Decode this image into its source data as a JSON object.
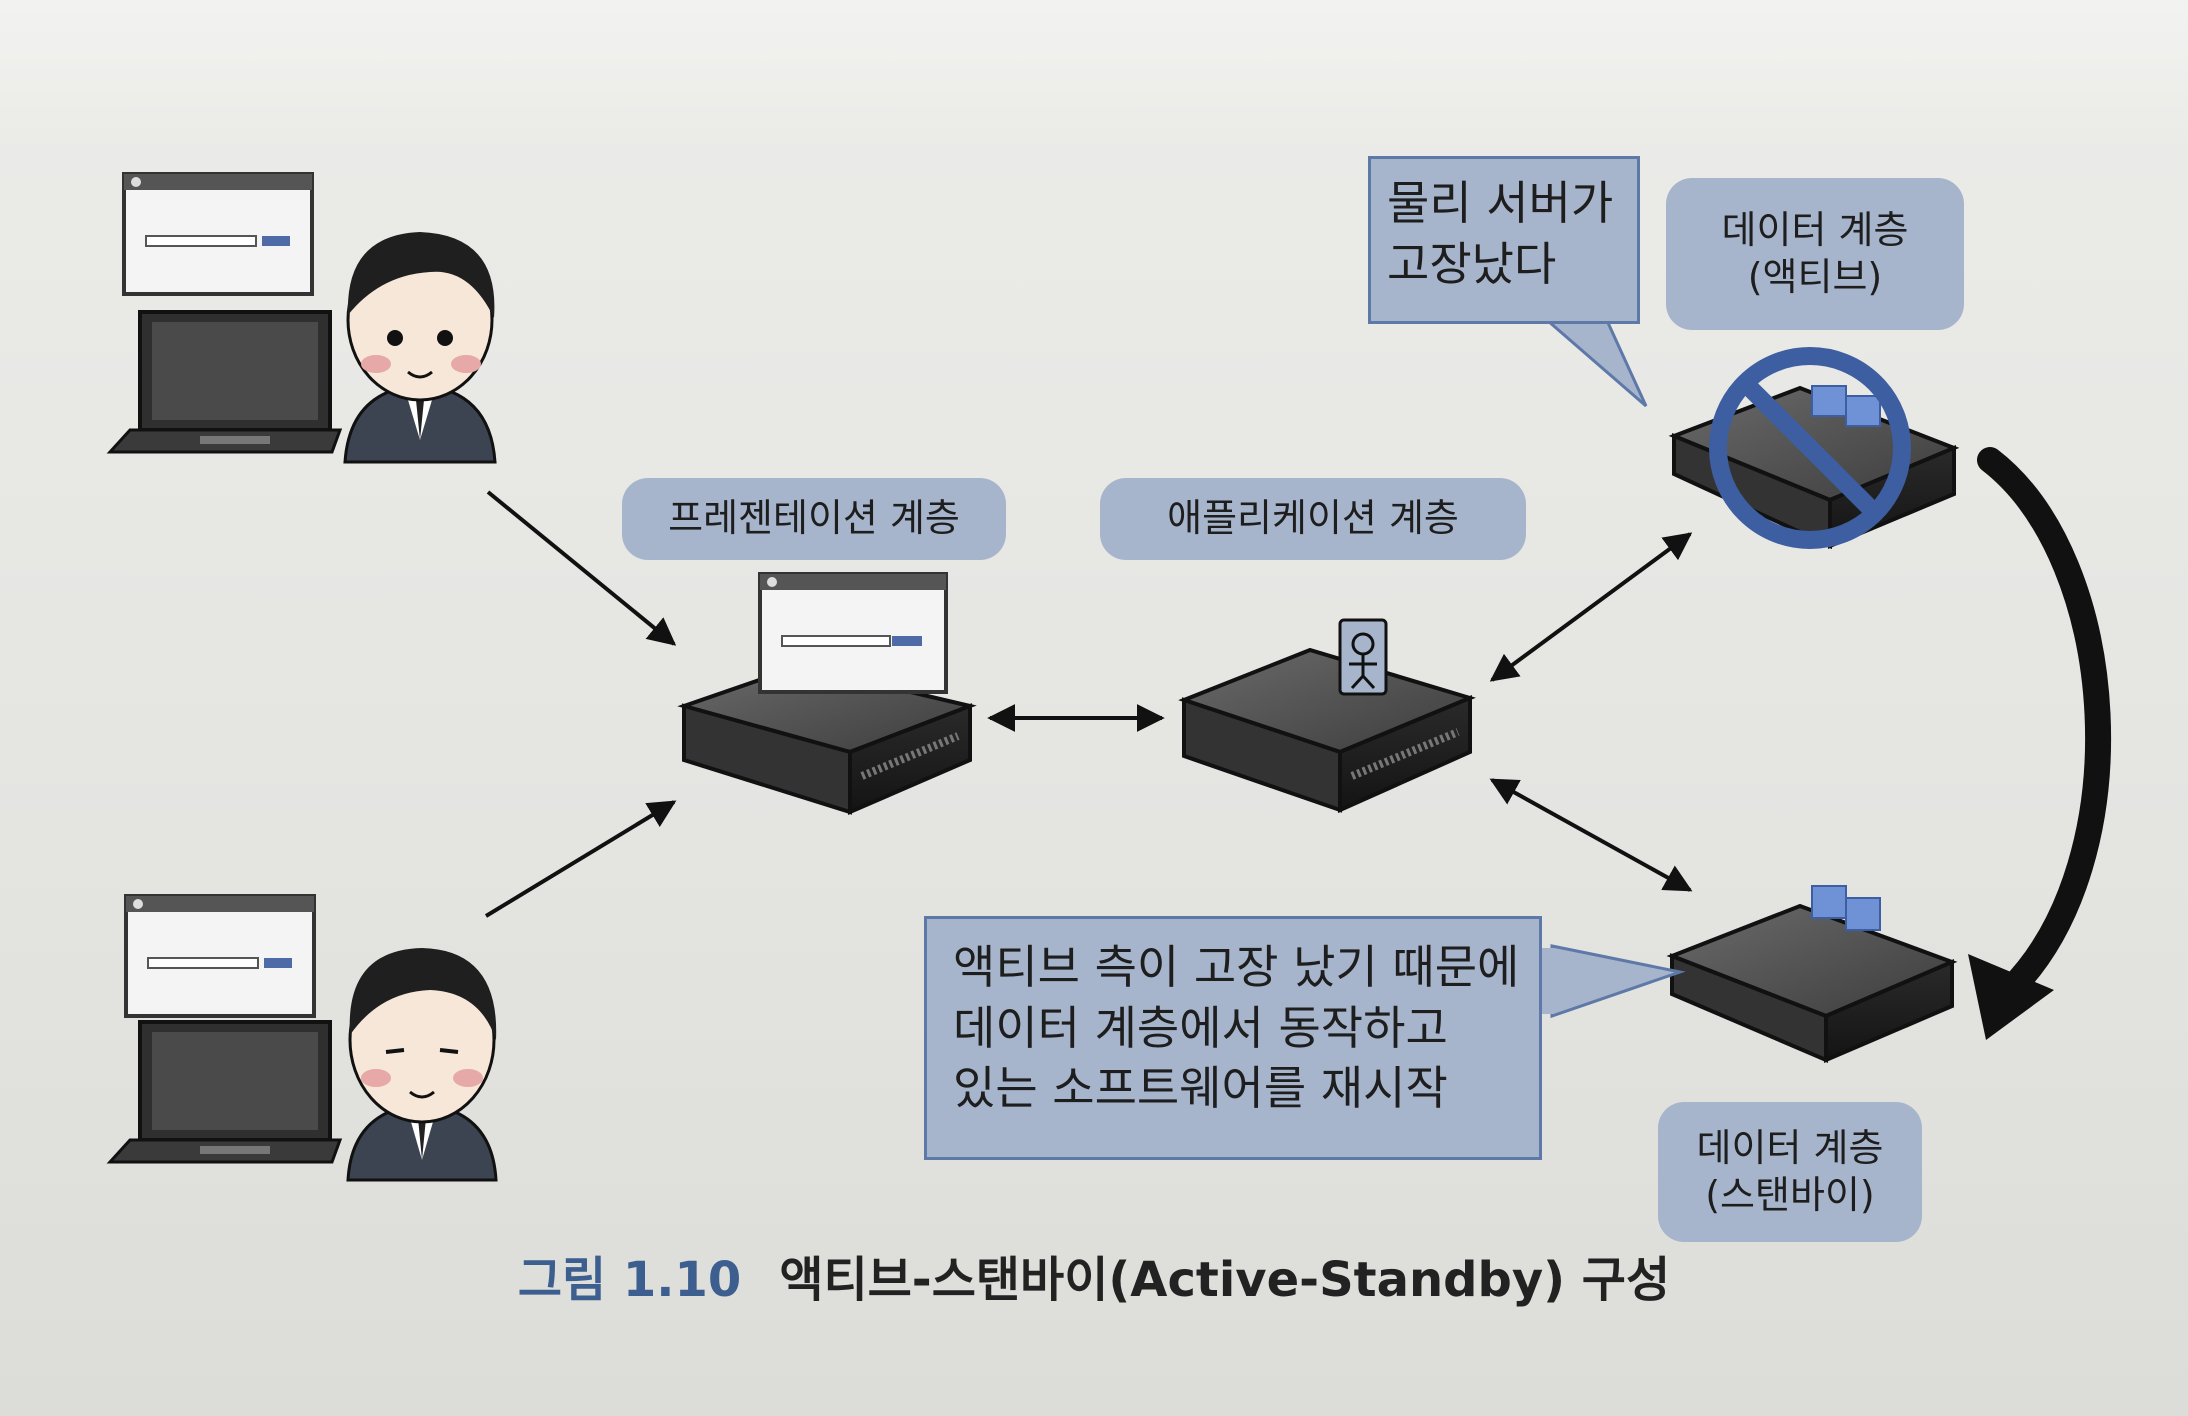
{
  "labels": {
    "presentation": "프레젠테이션 계층",
    "application": "애플리케이션 계층",
    "data_active": "데이터 계층\n(액티브)",
    "data_standby": "데이터 계층\n(스탠바이)"
  },
  "bubbles": {
    "server_failure": "물리 서버가\n고장났다",
    "restart_note": "액티브 측이 고장 났기 때문에\n데이터 계층에서 동작하고\n있는 소프트웨어를 재시작"
  },
  "caption": {
    "number": "그림 1.10",
    "title": "액티브-스탠바이(Active-Standby) 구성"
  },
  "colors": {
    "label_fill": "#a7b5cc",
    "bubble_border": "#5e79a8",
    "caption_number": "#3c5f8f",
    "prohibit_ring": "#3d5ea0",
    "data_cube": "#6f92d6"
  },
  "icons": [
    "laptop-icon",
    "browser-window-icon",
    "user-avatar-icon",
    "server-icon",
    "application-person-icon",
    "data-cube-icon",
    "prohibited-icon"
  ]
}
